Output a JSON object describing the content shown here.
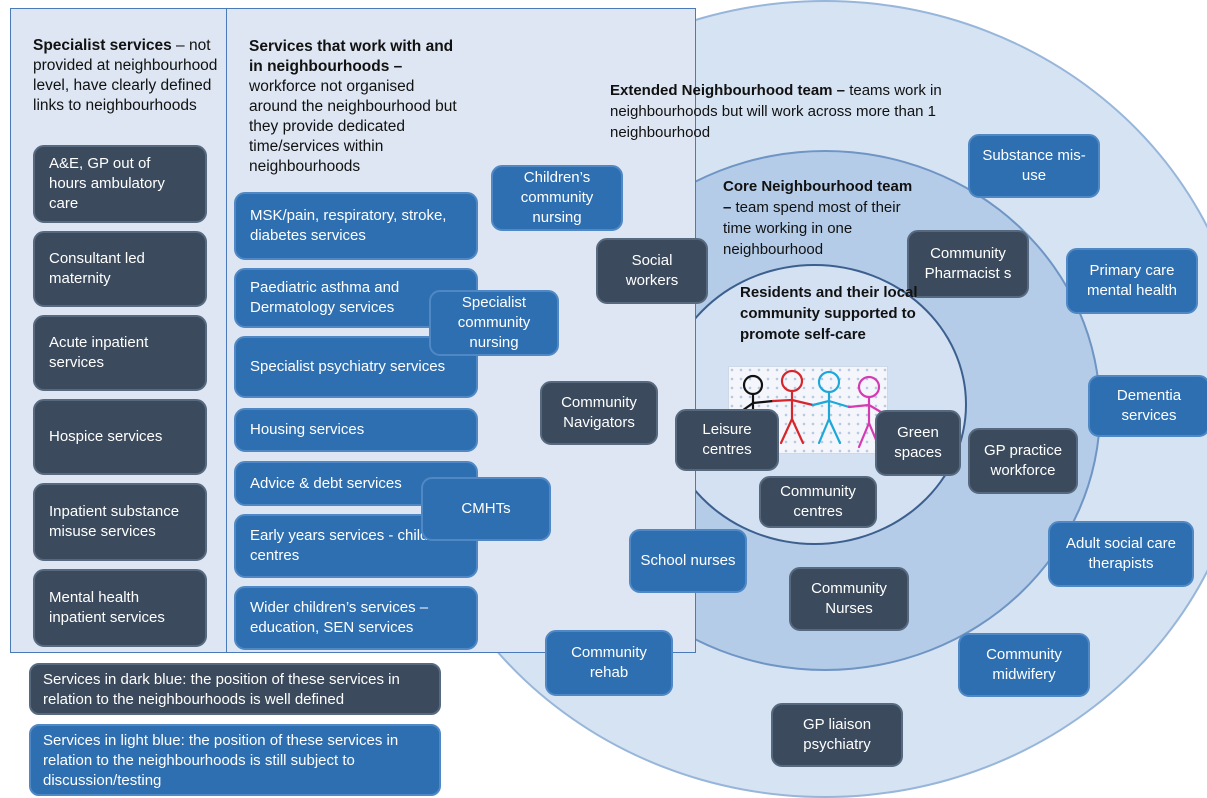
{
  "colors": {
    "dark_box": "#3b4a5c",
    "light_box": "#2e6fb1",
    "panel_bg": "#dde6f2",
    "outer_circle": "#d6e3f3",
    "middle_circle": "#b4cce8",
    "inner_circle": "#d3e1f2"
  },
  "specialist": {
    "title": "Specialist services",
    "desc": " – not provided at neighbourhood level, have clearly defined links to neighbourhoods",
    "items": [
      "A&E, GP out of hours ambulatory care",
      "Consultant led maternity",
      "Acute inpatient services",
      "Hospice services",
      "Inpatient substance misuse services",
      "Mental health inpatient services"
    ]
  },
  "services_with": {
    "title": "Services that work with and in neighbourhoods –",
    "desc": " workforce not organised around the neighbourhood but they provide dedicated time/services within neighbourhoods",
    "items": [
      "MSK/pain, respiratory, stroke, diabetes services",
      "Paediatric asthma and Dermatology services",
      "Specialist  psychiatry services",
      "Housing services",
      "Advice & debt services",
      "Early years services - children’s centres",
      "Wider children’s services – education, SEN services"
    ]
  },
  "extended": {
    "title": "Extended Neighbourhood team –",
    "desc": " teams work in neighbourhoods but will work across more than 1 neighbourhood",
    "items": {
      "substance": "Substance mis-use",
      "primary_care": "Primary care mental health",
      "dementia": "Dementia services",
      "adult_social": "Adult social care therapists",
      "midwifery": "Community midwifery",
      "gp_liaison": "GP liaison psychiatry",
      "rehab": "Community rehab",
      "cmhts": "CMHTs",
      "specialist_nursing": "Specialist community nursing",
      "childrens_nursing": "Children’s community nursing"
    }
  },
  "core": {
    "title": "Core Neighbourhood team –",
    "desc": " team spend most of their time working in one neighbourhood",
    "items": {
      "social": "Social workers",
      "pharmacists": "Community Pharmacist s",
      "navigators": "Community Navigators",
      "gp_practice": "GP practice workforce",
      "school": "School nurses",
      "nurses": "Community Nurses"
    }
  },
  "residents": {
    "title": "Residents and their local community supported to promote self-care",
    "items": {
      "leisure": "Leisure centres",
      "green": "Green spaces",
      "centres": "Community centres"
    }
  },
  "legend": {
    "dark": "Services in dark blue: the position of these services in relation to the neighbourhoods is well defined",
    "light": "Services in light blue: the position of these services in relation to the neighbourhoods is still subject to discussion/testing"
  }
}
